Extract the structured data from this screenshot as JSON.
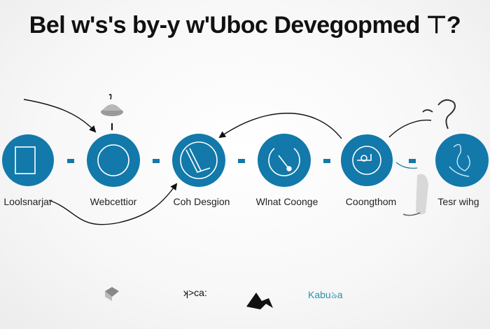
{
  "title": "Bel w's's by-y w'Uboc Devegopmed ⊤?",
  "steps": [
    {
      "label": "Loolsnarjar",
      "icon": "square-icon"
    },
    {
      "label": "Webcettior",
      "icon": "circle-icon"
    },
    {
      "label": "Coh Desgion",
      "icon": "design-icon"
    },
    {
      "label": "Wlnat Coonge",
      "icon": "dial-icon"
    },
    {
      "label": "Coongthom",
      "icon": "target-icon"
    },
    {
      "label": "Tesr wihg",
      "icon": "sketch-icon"
    }
  ],
  "footer": {
    "item2": "ʞ>ca:",
    "item4": "Kabu৯a"
  },
  "colors": {
    "node": "#1279aa",
    "node_stroke": "#ffffff",
    "connector": "#1279aa",
    "arrow": "#111111",
    "footer_accent": "#2a8fb0"
  }
}
